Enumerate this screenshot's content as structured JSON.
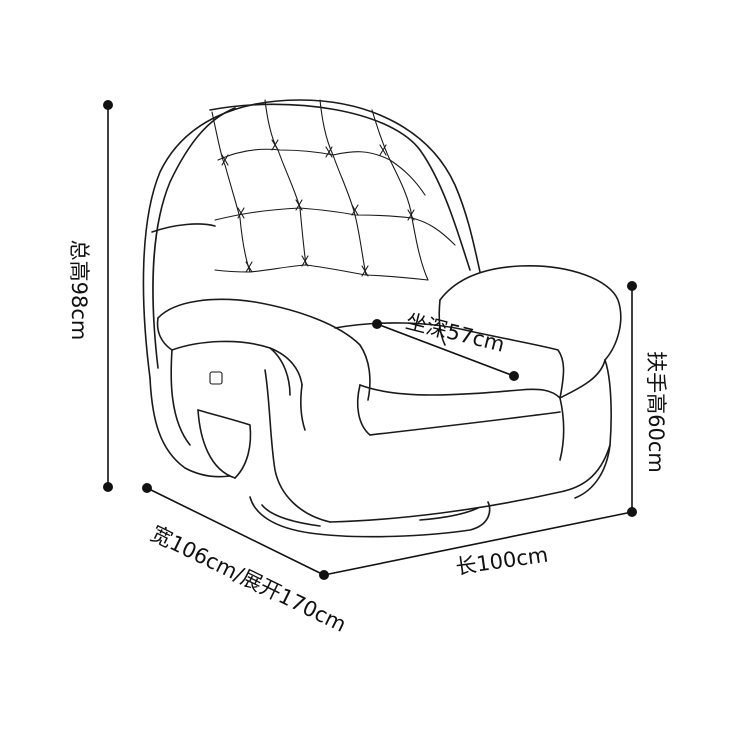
{
  "labels": {
    "total_height": "总高98cm",
    "seat_depth": "坐深57cm",
    "armrest_height": "扶手高60cm",
    "width": "宽106cm/展开170cm",
    "length": "长100cm"
  },
  "colors": {
    "ink": "#111111",
    "background": "#ffffff"
  }
}
